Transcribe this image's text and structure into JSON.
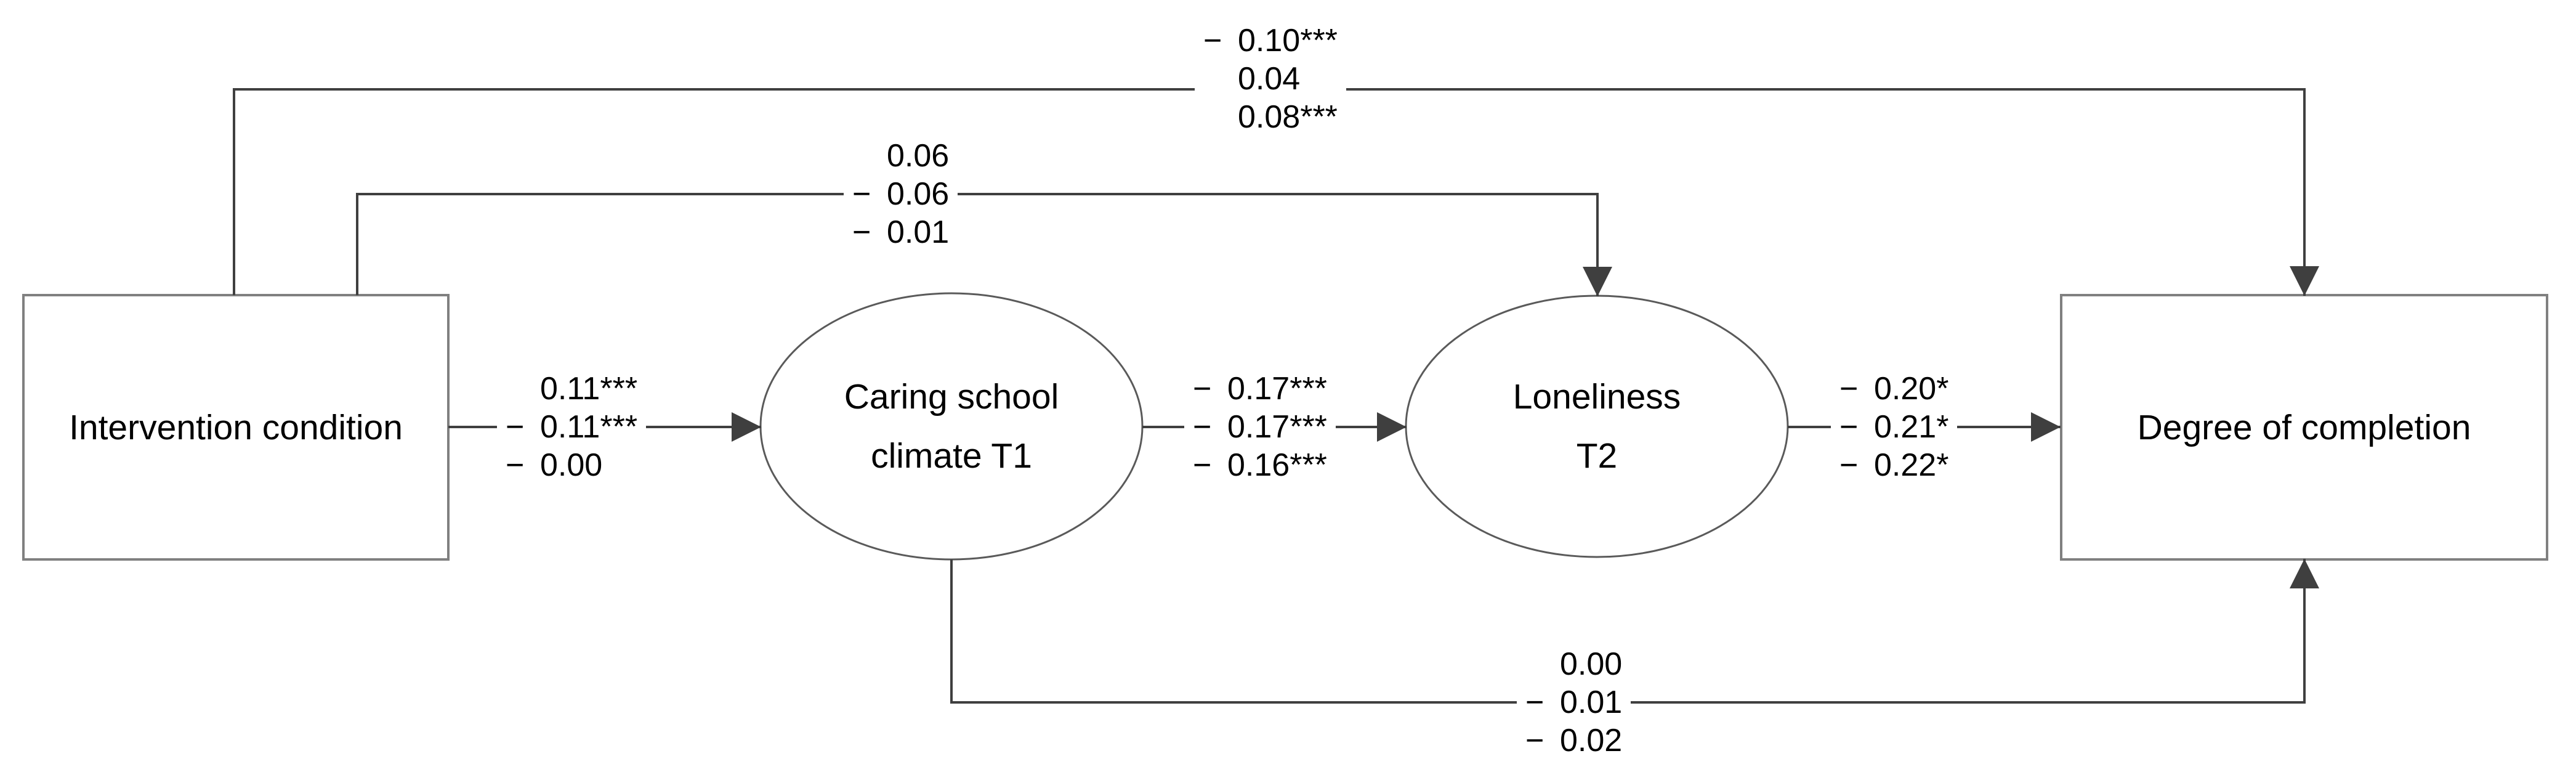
{
  "figure": {
    "type": "path-diagram",
    "background": "#ffffff",
    "colors": {
      "connector": "#3f3f3f",
      "rect_border": "#808080",
      "ellipse_border": "#5a5a5a",
      "text": "#000000",
      "label_background": "#ffffff"
    },
    "nodes": {
      "intervention": {
        "shape": "rectangle",
        "lines": [
          "Intervention condition"
        ]
      },
      "climate": {
        "shape": "ellipse",
        "lines": [
          "Caring school",
          "climate T1"
        ]
      },
      "loneliness": {
        "shape": "ellipse",
        "lines": [
          "Loneliness",
          "T2"
        ]
      },
      "completion": {
        "shape": "rectangle",
        "lines": [
          "Degree of completion"
        ]
      }
    },
    "coefficients": {
      "intervention_to_completion": {
        "rows": [
          {
            "sign": "−",
            "value": "0.10***"
          },
          {
            "sign": "",
            "value": "0.04"
          },
          {
            "sign": "",
            "value": "0.08***"
          }
        ]
      },
      "intervention_to_loneliness": {
        "rows": [
          {
            "sign": "",
            "value": "0.06"
          },
          {
            "sign": "−",
            "value": "0.06"
          },
          {
            "sign": "−",
            "value": "0.01"
          }
        ]
      },
      "intervention_to_climate": {
        "rows": [
          {
            "sign": "",
            "value": "0.11***"
          },
          {
            "sign": "−",
            "value": "0.11***"
          },
          {
            "sign": "−",
            "value": "0.00"
          }
        ]
      },
      "climate_to_loneliness": {
        "rows": [
          {
            "sign": "−",
            "value": "0.17***"
          },
          {
            "sign": "−",
            "value": "0.17***"
          },
          {
            "sign": "−",
            "value": "0.16***"
          }
        ]
      },
      "loneliness_to_completion": {
        "rows": [
          {
            "sign": "−",
            "value": "0.20*"
          },
          {
            "sign": "−",
            "value": "0.21*"
          },
          {
            "sign": "−",
            "value": "0.22*"
          }
        ]
      },
      "climate_to_completion": {
        "rows": [
          {
            "sign": "",
            "value": "0.00"
          },
          {
            "sign": "−",
            "value": "0.01"
          },
          {
            "sign": "−",
            "value": "0.02"
          }
        ]
      }
    }
  }
}
